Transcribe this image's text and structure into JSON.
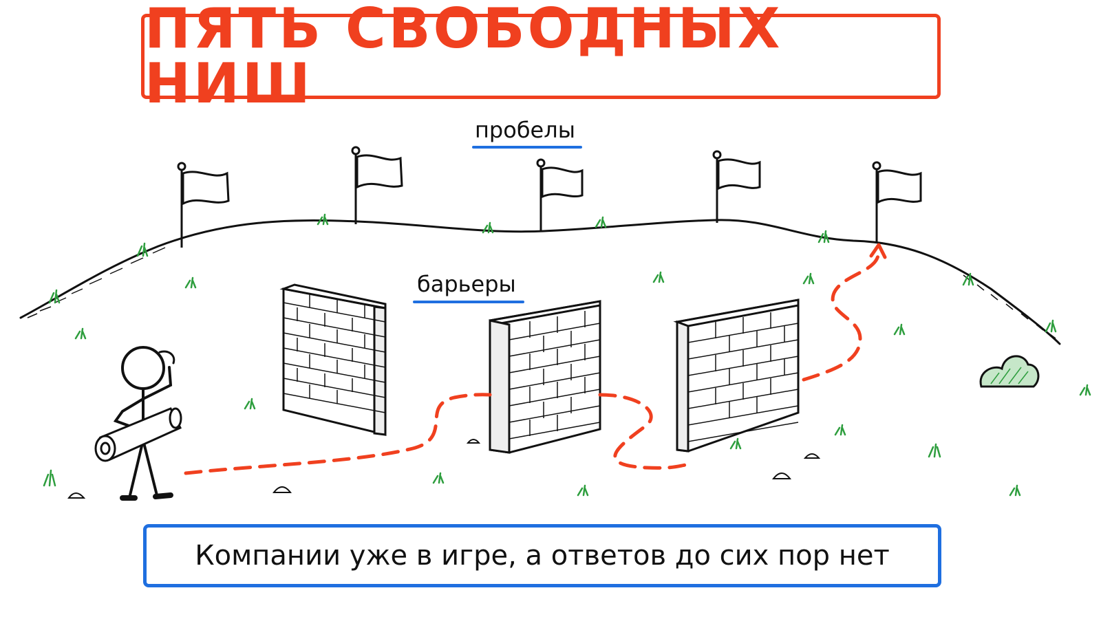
{
  "title": "ПЯТЬ СВОБОДНЫХ НИШ",
  "labels": {
    "gaps": "пробелы",
    "barriers": "барьеры"
  },
  "caption": "Компании уже в игре, а ответов до сих пор нет",
  "colors": {
    "accent_red": "#f0401f",
    "accent_blue": "#1f6fe0",
    "grass": "#2e9e3e",
    "ink": "#111111"
  },
  "icons": [
    "flag-icon",
    "brick-wall-icon",
    "stick-figure-icon",
    "map-scroll-icon",
    "dashed-path-icon",
    "bush-icon"
  ]
}
